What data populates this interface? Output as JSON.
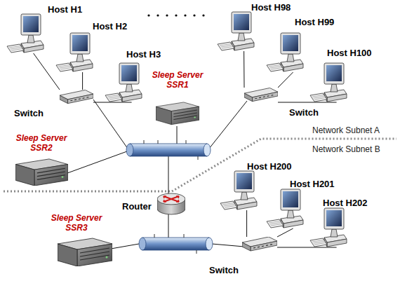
{
  "diagram": {
    "nodes": [
      {
        "text": [
          "Host H1"
        ]
      },
      {
        "text": [
          "Host H2"
        ]
      },
      {
        "text": [
          "Host H3"
        ]
      },
      {
        "text": [
          "Host H98"
        ]
      },
      {
        "text": [
          "Host H99"
        ]
      },
      {
        "text": [
          "Host H100"
        ]
      },
      {
        "text": [
          "Switch"
        ]
      },
      {
        "text": [
          "Sleep Server SSR1"
        ]
      },
      {
        "text": [
          "Switch"
        ]
      },
      {
        "text": [
          "Sleep Server SSR2"
        ]
      },
      {
        "text": [
          "Router"
        ]
      },
      {
        "text": [
          "Sleep Server SSR3"
        ]
      },
      {
        "text": [
          "Host H200"
        ]
      },
      {
        "text": [
          "Host H201"
        ]
      },
      {
        "text": [
          "Host H202"
        ]
      },
      {
        "text": [
          "Switch"
        ]
      }
    ],
    "edges": [
      {
        "from": 0,
        "to": 6,
        "arrow": "none"
      },
      {
        "from": 1,
        "to": 6,
        "arrow": "none"
      },
      {
        "from": 2,
        "to": 6,
        "arrow": "none"
      },
      {
        "from": 3,
        "to": 8,
        "arrow": "none"
      },
      {
        "from": 4,
        "to": 8,
        "arrow": "none"
      },
      {
        "from": 5,
        "to": 8,
        "arrow": "none"
      },
      {
        "from": 12,
        "to": 15,
        "arrow": "none"
      },
      {
        "from": 13,
        "to": 15,
        "arrow": "none"
      },
      {
        "from": 14,
        "to": 15,
        "arrow": "none"
      }
    ],
    "labels": [
      "Network Subnet A",
      "Network Subnet B"
    ]
  }
}
